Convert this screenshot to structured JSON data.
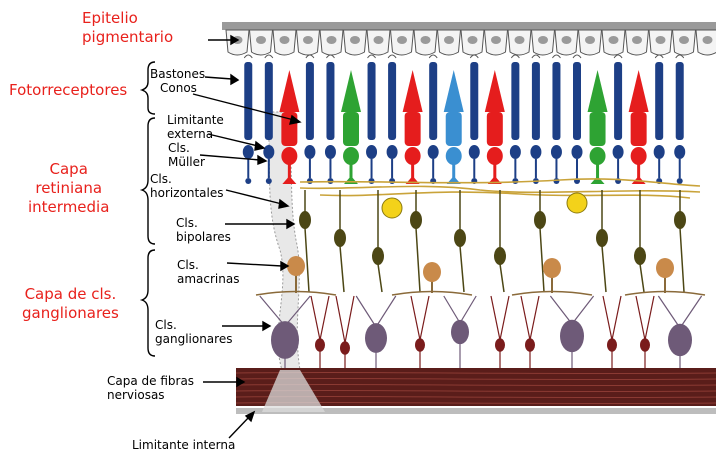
{
  "labels": {
    "layers": {
      "epitelio": "Epitelio\npigmentario",
      "fotorreceptores": "Fotorreceptores",
      "intermedia": "Capa\nretiniana\nintermedia",
      "ganglionares": "Capa de cls.\nganglionares"
    },
    "cells": {
      "bastones": "Bastones",
      "conos": "Conos",
      "limitante_externa": "Limitante\nexterna",
      "muller": "Cls.\nMüller",
      "horizontales": "Cls.\nhorizontales",
      "bipolares": "Cls.\nbipolares",
      "amacrinas": "Cls.\namacrinas",
      "ganglionares": "Cls.\nganglionares",
      "fibras": "Capa de fibras\nnerviosas",
      "limitante_interna": "Limitante interna"
    }
  },
  "colors": {
    "label_red": "#e8211c",
    "rod": "#1d3f86",
    "cone_red": "#e51d1d",
    "cone_green": "#2ea333",
    "cone_blue": "#3a8fd1",
    "horizontal_yellow": "#f3d21a",
    "bipolar": "#4c4715",
    "amacrine": "#c98a4a",
    "ganglion": "#6e5a78",
    "fiber": "#5a1d1a"
  },
  "photoreceptors": [
    "rod",
    "rod",
    "cone_red",
    "rod",
    "rod",
    "cone_green",
    "rod",
    "rod",
    "cone_red",
    "rod",
    "cone_blue",
    "rod",
    "cone_red",
    "rod",
    "rod",
    "rod",
    "rod",
    "cone_green",
    "rod",
    "cone_red",
    "rod",
    "rod"
  ]
}
